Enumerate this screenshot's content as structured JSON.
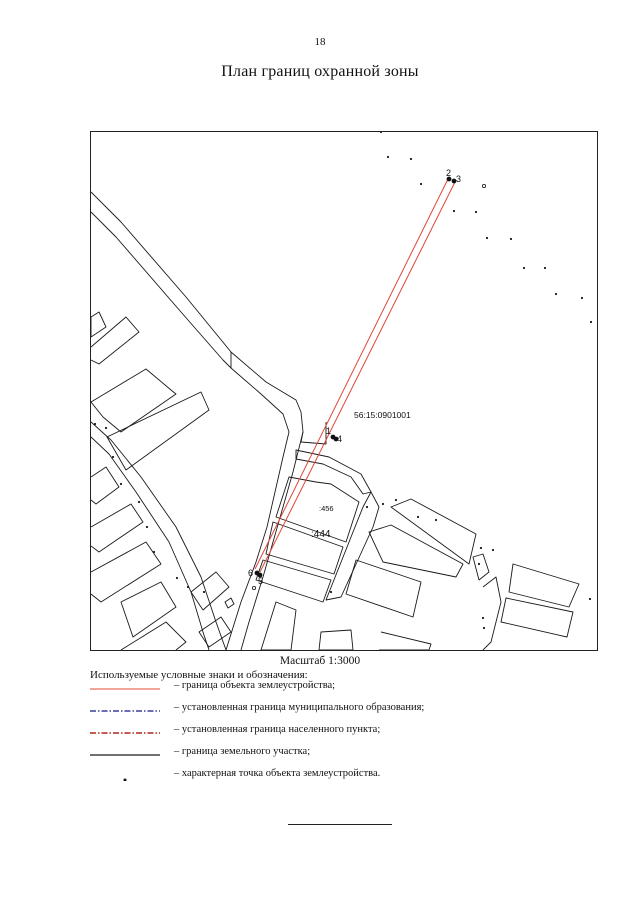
{
  "page": {
    "number": "18",
    "title": "План границ охранной зоны"
  },
  "map": {
    "cadastral_block": "56:15:0901001",
    "parcel_labels": [
      ":456",
      ":444"
    ],
    "point_labels": [
      "1",
      "2",
      "3",
      "4",
      "5",
      "6"
    ],
    "scale": "Масштаб 1:3000",
    "colors": {
      "boundary_object": "#e0483a",
      "municipal": "#3b3f9a",
      "settlement": "#b3261e",
      "parcel": "#1a1a1a"
    }
  },
  "legend": {
    "title": "Используемые условные знаки и обозначения:",
    "items": [
      {
        "symbol": "red-line-icon",
        "text": "– граница объекта землеустройства;"
      },
      {
        "symbol": "blue-dashdot-line-icon",
        "text": "– установленная граница муниципального образования;"
      },
      {
        "symbol": "red-dashdot-line-icon",
        "text": "– установленная граница населенного пункта;"
      },
      {
        "symbol": "black-line-icon",
        "text": "– граница земельного участка;"
      },
      {
        "symbol": "point-icon",
        "text": "– характерная точка объекта землеустройства."
      }
    ]
  }
}
